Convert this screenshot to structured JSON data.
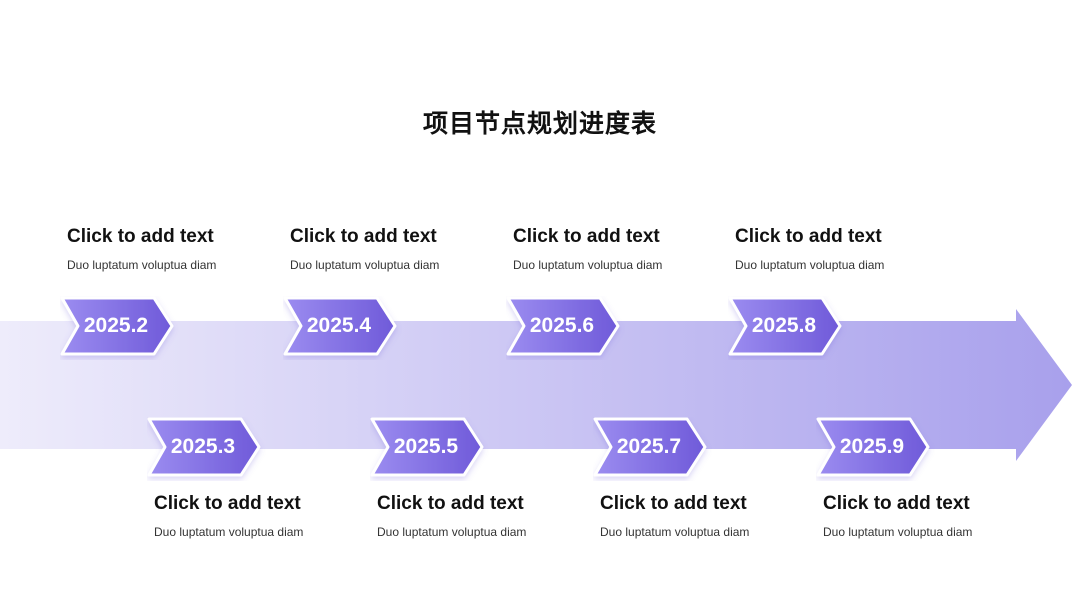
{
  "title": "项目节点规划进度表",
  "colors": {
    "chevron_start": "#9b8cf0",
    "chevron_end": "#6f5ad9",
    "arrow_light": "#eeecfb",
    "arrow_dark": "#a8a0ec"
  },
  "milestones": [
    {
      "date": "2025.2",
      "title": "Click to add text",
      "desc": "Duo luptatum voluptua diam",
      "position": "top"
    },
    {
      "date": "2025.3",
      "title": "Click to add text",
      "desc": "Duo luptatum voluptua diam",
      "position": "bottom"
    },
    {
      "date": "2025.4",
      "title": "Click to add text",
      "desc": "Duo luptatum voluptua diam",
      "position": "top"
    },
    {
      "date": "2025.5",
      "title": "Click to add text",
      "desc": "Duo luptatum voluptua diam",
      "position": "bottom"
    },
    {
      "date": "2025.6",
      "title": "Click to add text",
      "desc": "Duo luptatum voluptua diam",
      "position": "top"
    },
    {
      "date": "2025.7",
      "title": "Click to add text",
      "desc": "Duo luptatum voluptua diam",
      "position": "bottom"
    },
    {
      "date": "2025.8",
      "title": "Click to add text",
      "desc": "Duo luptatum voluptua diam",
      "position": "top"
    },
    {
      "date": "2025.9",
      "title": "Click to add text",
      "desc": "Duo luptatum voluptua diam",
      "position": "bottom"
    }
  ]
}
